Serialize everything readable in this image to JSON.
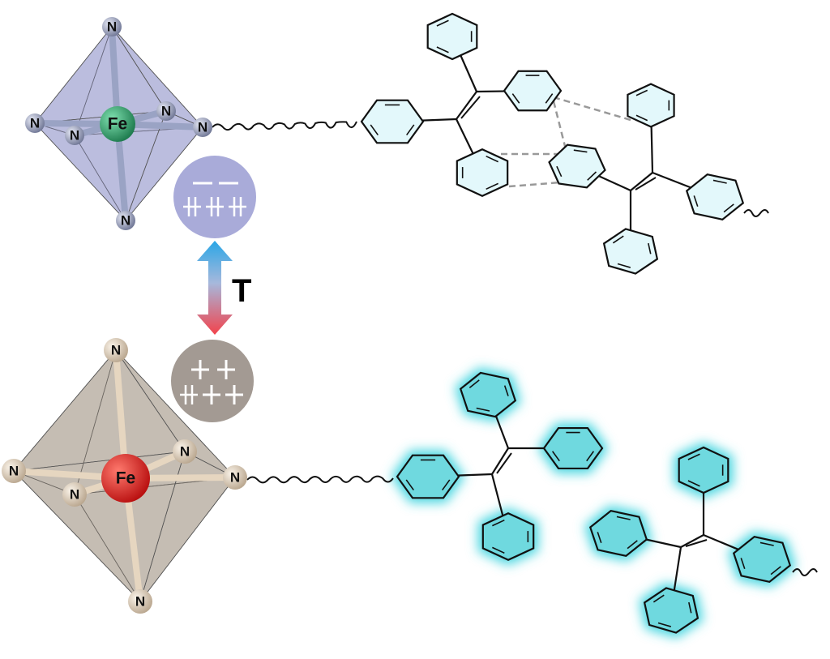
{
  "labels": {
    "nitrogen": "N",
    "iron": "Fe",
    "temperature": "T"
  },
  "colors": {
    "low_spin_fe": "#2fa36b",
    "high_spin_fe": "#e01a1a",
    "low_spin_octahedron": "#8a8cc6",
    "high_spin_octahedron": "#9c8c7c",
    "low_spin_circle": "#a9abd9",
    "high_spin_circle": "#a39a93",
    "arrow_top": "#2aa6e6",
    "arrow_bottom": "#f2434c",
    "ring_fill": "#e3f8fb",
    "ring_glow": "#47d6e0"
  },
  "icons": [
    "low-spin-electron-configuration-icon",
    "high-spin-electron-configuration-icon",
    "temperature-double-arrow-icon"
  ]
}
